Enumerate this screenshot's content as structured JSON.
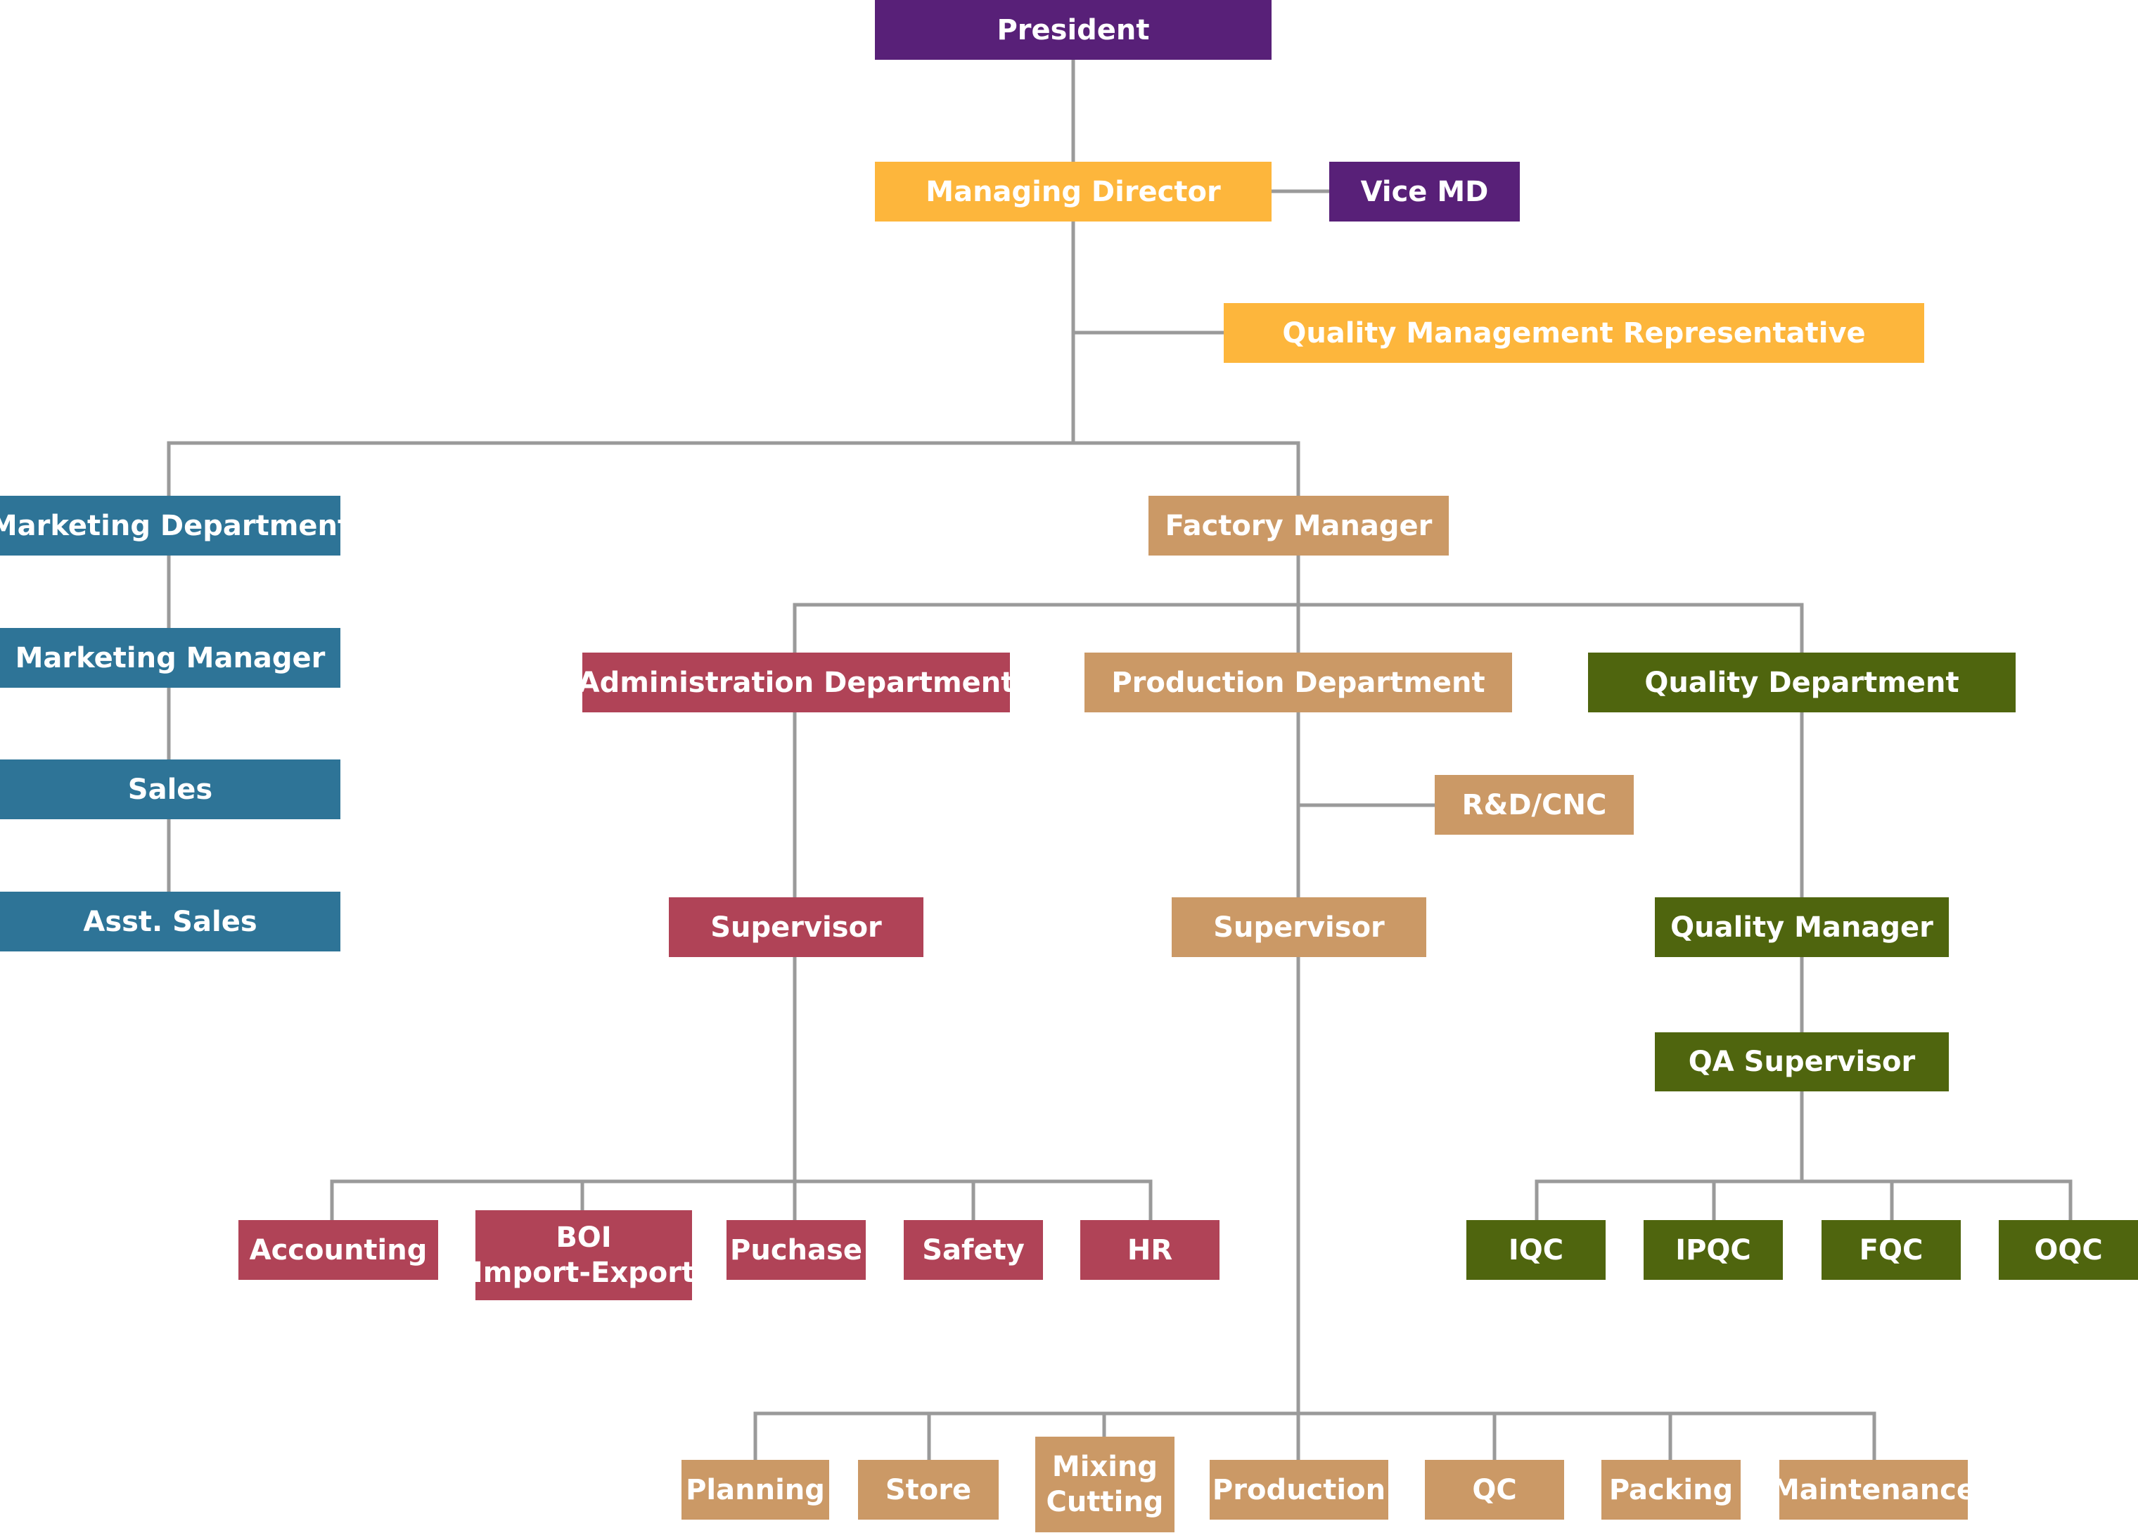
{
  "colors": {
    "purple": "#582078",
    "gold": "#fdb63c",
    "blue": "#2e7497",
    "tan": "#cb9966",
    "red": "#b04357",
    "green": "#4f650e",
    "connector": "#9a9a9a"
  },
  "nodes": {
    "president": "President",
    "managing_director": "Managing Director",
    "vice_md": "Vice MD",
    "qmr": "Quality Management Representative",
    "marketing_department": "Marketing Department",
    "marketing_manager": "Marketing Manager",
    "sales": "Sales",
    "asst_sales": "Asst. Sales",
    "factory_manager": "Factory Manager",
    "administration_department": "Administration Department",
    "production_department": "Production Department",
    "quality_department": "Quality Department",
    "rd_cnc": "R&D/CNC",
    "admin_supervisor": "Supervisor",
    "production_supervisor": "Supervisor",
    "quality_manager": "Quality Manager",
    "qa_supervisor": "QA Supervisor",
    "accounting": "Accounting",
    "boi_line1": "BOI",
    "boi_line2": "Import-Export",
    "puchase": "Puchase",
    "safety": "Safety",
    "hr": "HR",
    "iqc": "IQC",
    "ipqc": "IPQC",
    "fqc": "FQC",
    "oqc": "OQC",
    "planning": "Planning",
    "store": "Store",
    "mixing_line1": "Mixing",
    "mixing_line2": "Cutting",
    "production": "Production",
    "qc": "QC",
    "packing": "Packing",
    "maintenance": "Maintenance"
  }
}
